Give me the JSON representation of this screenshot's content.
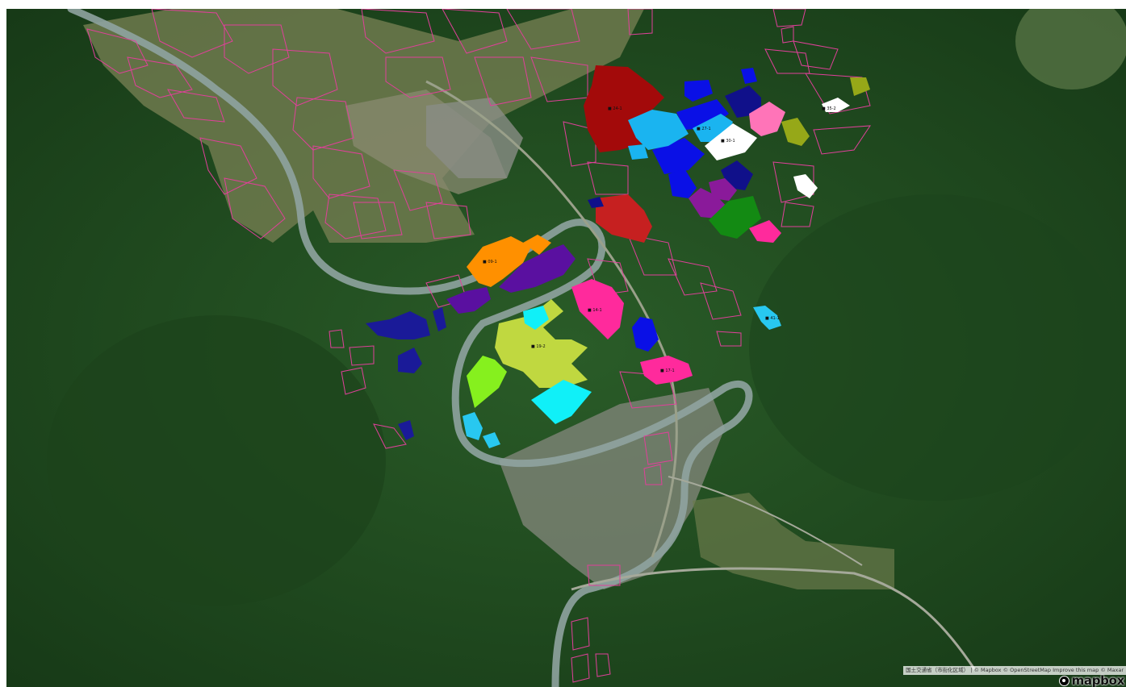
{
  "map": {
    "provider": "mapbox",
    "basemap": "satellite",
    "boundary_color": "#e0409a",
    "colors": {
      "dark_red": "#a30a0a",
      "red": "#c62020",
      "blue": "#0a10e6",
      "navy": "#10108a",
      "sky": "#1ab4f0",
      "white": "#ffffff",
      "pink": "#ff2a9c",
      "light_pink": "#ff74b8",
      "olive": "#96a818",
      "green": "#138a13",
      "purple": "#8a1a9a",
      "indigo": "#5a10a0",
      "orange": "#ff9000",
      "yellow_green": "#c0d840",
      "lime": "#86f01e",
      "cyan": "#10f0f8",
      "azure": "#28c8f0"
    },
    "attribution": {
      "layer": "国土交通省（市街化区域）",
      "separator": "|",
      "mapbox": "© Mapbox",
      "osm": "© OpenStreetMap",
      "improve": "Improve this map",
      "maxar": "© Maxar"
    },
    "logo_text": "mapbox",
    "logo_icon": "mapbox-logo-icon"
  }
}
